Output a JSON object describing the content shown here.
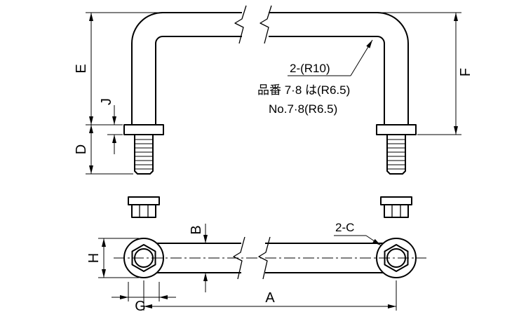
{
  "colors": {
    "line": "#000000",
    "background": "#ffffff"
  },
  "front_view": {
    "dim_labels": {
      "e": "E",
      "j": "J",
      "d": "D",
      "f": "F"
    },
    "notes": {
      "corner_radius": "2-(R10)",
      "corner_radius_jp": "品番 7·8 は(R6.5)",
      "corner_radius_alt": "No.7·8(R6.5)"
    }
  },
  "plan_view": {
    "dim_labels": {
      "b": "B",
      "h": "H",
      "g": "G",
      "a": "A"
    },
    "notes": {
      "chamfer": "2-C"
    }
  }
}
